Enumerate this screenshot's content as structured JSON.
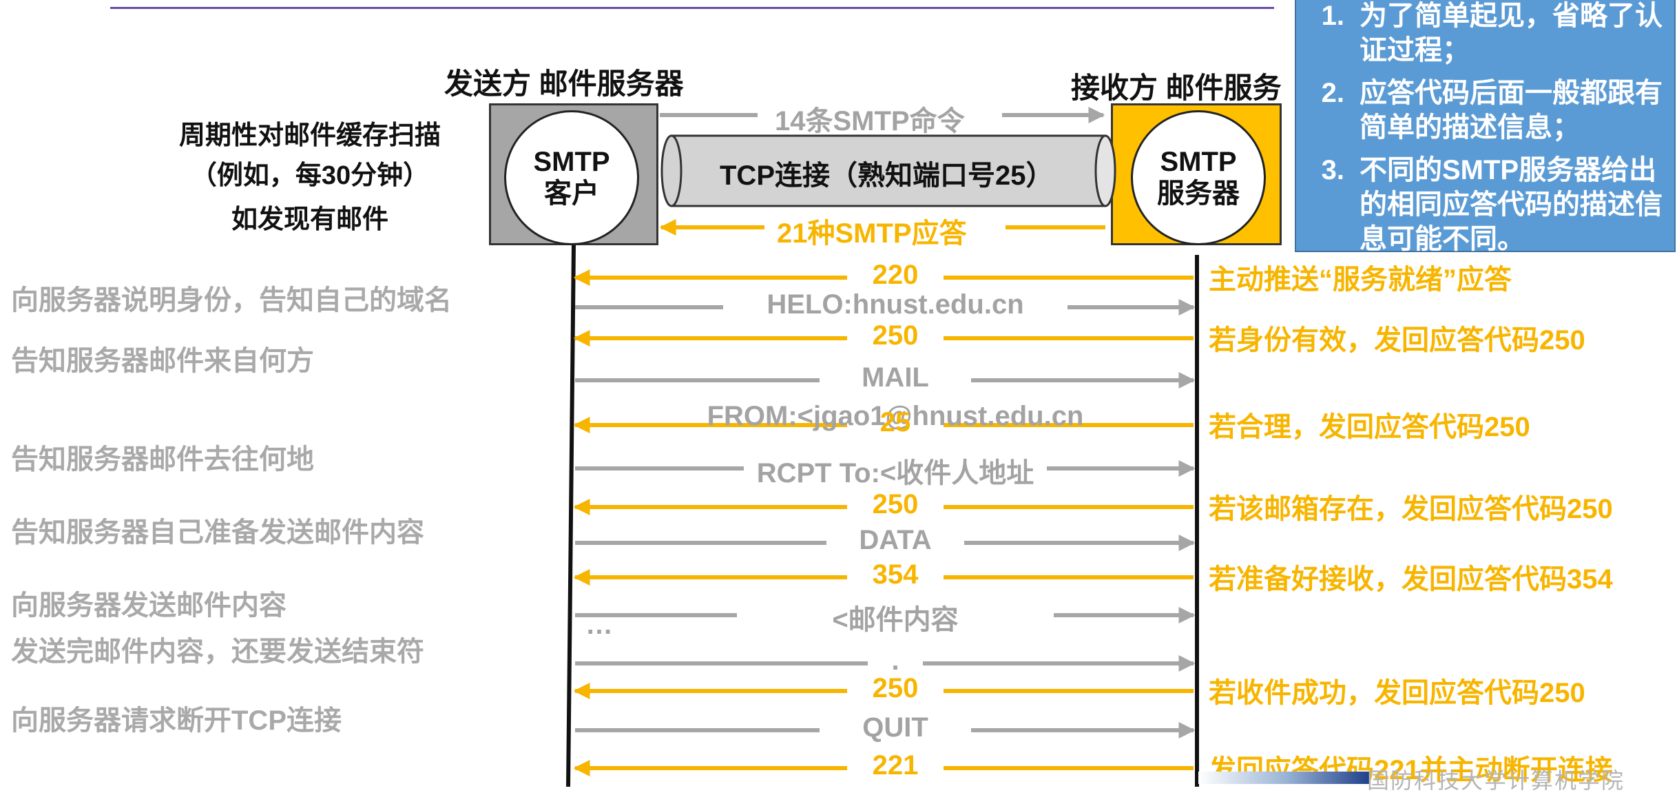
{
  "sender": {
    "title": "发送方 邮件服务器",
    "circle_line1": "SMTP",
    "circle_line2": "客户"
  },
  "receiver": {
    "title": "接收方 邮件服务",
    "circle_line1": "SMTP",
    "circle_line2": "服务器"
  },
  "scan_note": {
    "line1": "周期性对邮件缓存扫描",
    "line2": "（例如，每30分钟）",
    "line3": "如发现有邮件"
  },
  "connection": {
    "commands_label": "14条SMTP命令",
    "tcp_label": "TCP连接（熟知端口号25）",
    "replies_label": "21种SMTP应答"
  },
  "messages": [
    {
      "direction": "reply",
      "text": "220",
      "left_desc": "",
      "right_desc": "主动推送“服务就绪”应答"
    },
    {
      "direction": "command",
      "text": "HELO:hnust.edu.cn",
      "left_desc": "向服务器说明身份，告知自己的域名",
      "right_desc": ""
    },
    {
      "direction": "reply",
      "text": "250",
      "left_desc": "",
      "right_desc": "若身份有效，发回应答代码250"
    },
    {
      "direction": "command",
      "text": "MAIL",
      "text2": "FROM:<jgao1@hnust.edu.cn",
      "left_desc": "告知服务器邮件来自何方",
      "right_desc": ""
    },
    {
      "direction": "reply",
      "text": "25",
      "left_desc": "",
      "right_desc": "若合理，发回应答代码250"
    },
    {
      "direction": "command",
      "text": "RCPT To:<收件人地址",
      "left_desc": "告知服务器邮件去往何地",
      "right_desc": ""
    },
    {
      "direction": "reply",
      "text": "250",
      "left_desc": "",
      "right_desc": "若该邮箱存在，发回应答代码250"
    },
    {
      "direction": "command",
      "text": "DATA",
      "left_desc": "告知服务器自己准备发送邮件内容",
      "right_desc": ""
    },
    {
      "direction": "reply",
      "text": "354",
      "left_desc": "",
      "right_desc": "若准备好接收，发回应答代码354"
    },
    {
      "direction": "command",
      "text": "<邮件内容",
      "left_desc": "向服务器发送邮件内容",
      "right_desc": ""
    },
    {
      "direction": "command",
      "text": ".",
      "left_desc": "发送完邮件内容，还要发送结束符",
      "right_desc": ""
    },
    {
      "direction": "reply",
      "text": "250",
      "left_desc": "",
      "right_desc": "若收件成功，发回应答代码250"
    },
    {
      "direction": "command",
      "text": "QUIT",
      "left_desc": "向服务器请求断开TCP连接",
      "right_desc": ""
    },
    {
      "direction": "reply",
      "text": "221",
      "left_desc": "",
      "right_desc": "发回应答代码221并主动断开连接"
    }
  ],
  "ellipsis": "…",
  "notes": [
    {
      "num": "1.",
      "text": "为了简单起见，省略了认证过程；"
    },
    {
      "num": "2.",
      "text": "应答代码后面一般都跟有简单的描述信息；"
    },
    {
      "num": "3.",
      "text": "不同的SMTP服务器给出的相同应答代码的描述信息可能不同。"
    }
  ],
  "footer": {
    "text": "国防科技大学计算机学院"
  },
  "colors": {
    "command": "#a6a6a6",
    "reply": "#f7b500",
    "client_box": "#a6a6a6",
    "server_box": "#ffc000",
    "note_bg": "#5b9bd5"
  }
}
